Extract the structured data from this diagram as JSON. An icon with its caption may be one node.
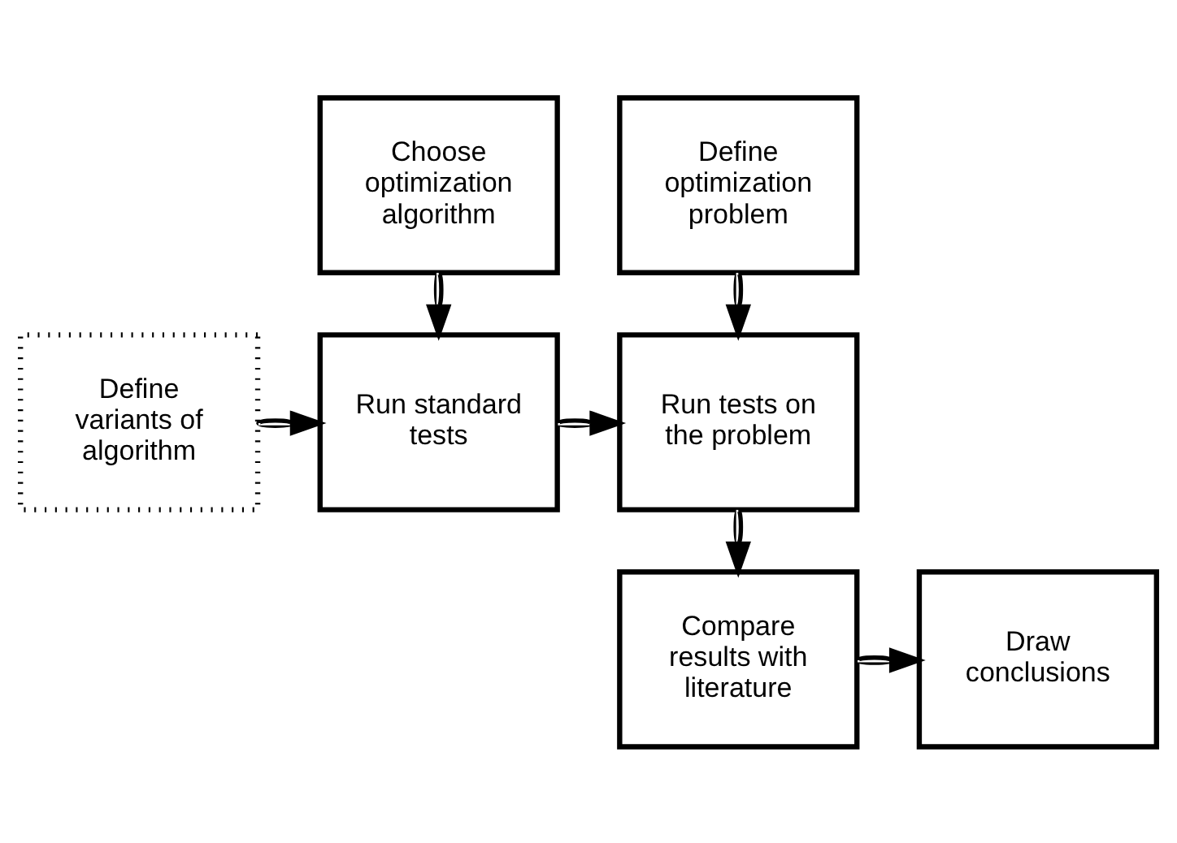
{
  "diagram": {
    "nodes": [
      {
        "text": [
          "Choose optimization algorithm"
        ]
      },
      {
        "text": [
          "Define optimization problem"
        ]
      },
      {
        "text": [
          "Define variants of algorithm"
        ]
      },
      {
        "text": [
          "Run standard tests"
        ]
      },
      {
        "text": [
          "Run tests on the problem"
        ]
      },
      {
        "text": [
          "Draw conclusions"
        ]
      },
      {
        "text": [
          "Compare results with literature"
        ]
      }
    ],
    "edges": [
      {
        "from": 0,
        "to": 3,
        "arrow": "to"
      },
      {
        "from": 1,
        "to": 4,
        "arrow": "to"
      },
      {
        "from": 2,
        "to": 3,
        "arrow": "to"
      },
      {
        "from": 3,
        "to": 4,
        "arrow": "to"
      },
      {
        "from": 4,
        "to": 6,
        "arrow": "to"
      },
      {
        "from": 6,
        "to": 5,
        "arrow": "to"
      }
    ]
  }
}
